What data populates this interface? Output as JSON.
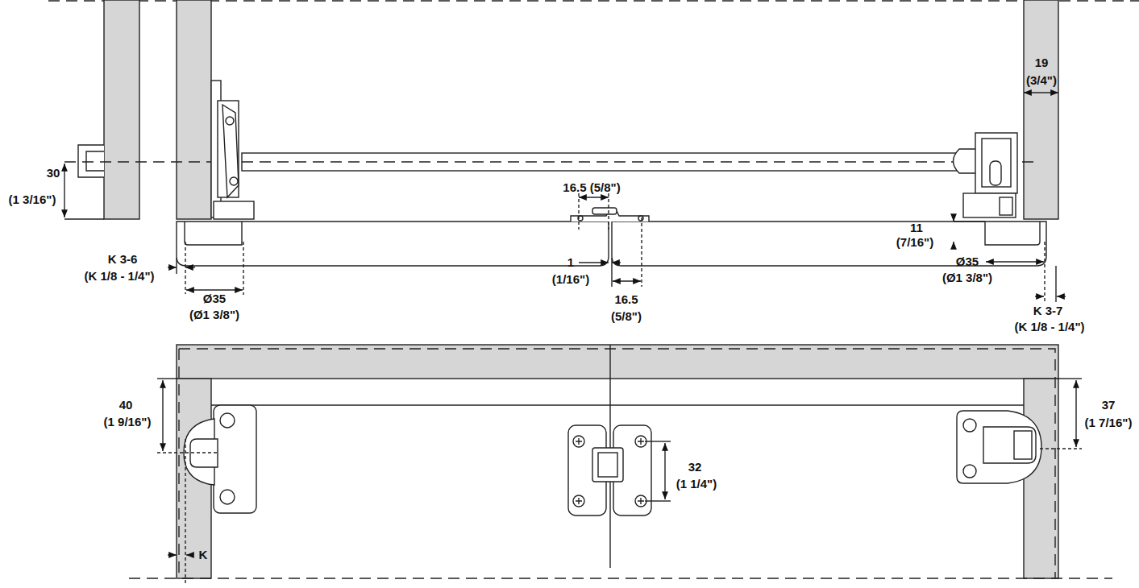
{
  "diagram": {
    "labels": [
      "30",
      "(1 3/16\")",
      "16.5 (5/8\")",
      "19",
      "(3/4\")",
      "11",
      "(7/16\")",
      "K 3-6",
      "(K 1/8 - 1/4\")",
      "1",
      "(1/16\")",
      "Ø35",
      "(Ø1 3/8\")",
      "Ø35",
      "(Ø1 3/8\")",
      "16.5",
      "(5/8\")",
      "K 3-7",
      "(K 1/8 - 1/4\")",
      "40",
      "(1 9/16\")",
      "37",
      "(1 7/16\")",
      "32",
      "(1 1/4\")",
      "K"
    ]
  }
}
